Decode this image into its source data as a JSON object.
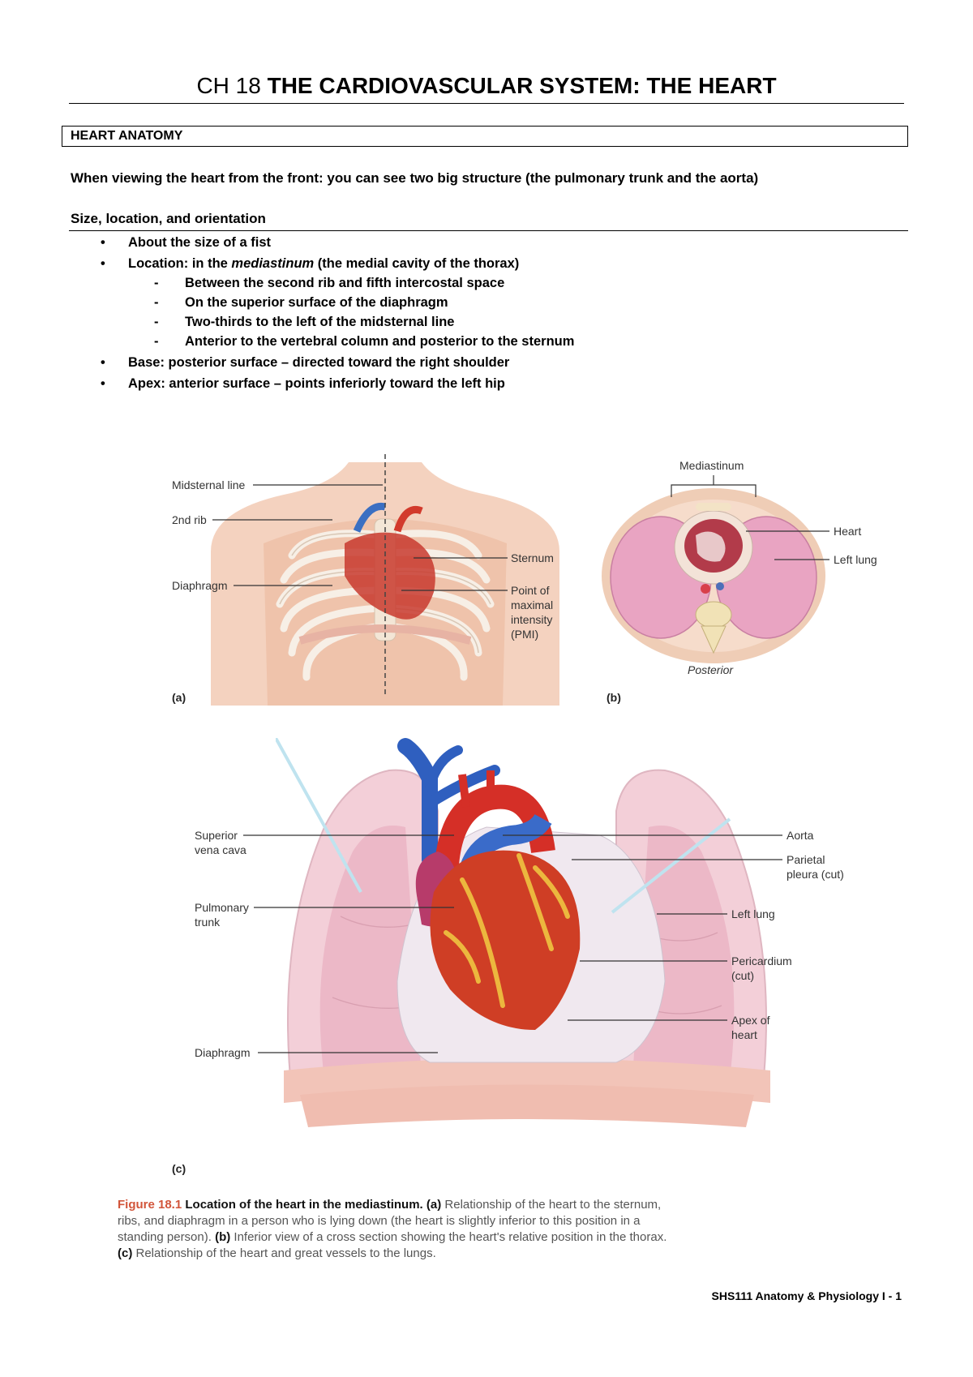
{
  "header": {
    "title_prefix": "CH 18 ",
    "title_bold": "THE CARDIOVASCULAR SYSTEM: THE HEART"
  },
  "section": {
    "label": "HEART ANATOMY"
  },
  "intro": "When viewing the heart from the front: you can see two big structure (the pulmonary trunk and the aorta)",
  "subhead": "Size, location, and orientation",
  "list": {
    "item1": "About the size of a fist",
    "item2_a": "Location: in the ",
    "item2_em": "mediastinum",
    "item2_b": " (the medial cavity of the thorax)",
    "sub1": "Between the second rib and fifth intercostal space",
    "sub2": "On the superior surface of the diaphragm",
    "sub3": "Two-thirds to the left of the midsternal line",
    "sub4": "Anterior to the vertebral column and posterior to the sternum",
    "item3": "Base: posterior surface – directed toward the right shoulder",
    "item4": "Apex: anterior surface – points inferiorly toward the left hip",
    "bullet": "•",
    "dash": "-"
  },
  "figure_a": {
    "midsternal": "Midsternal line",
    "rib": "2nd rib",
    "diaphragm": "Diaphragm",
    "sternum": "Sternum",
    "pmi1": "Point of",
    "pmi2": "maximal",
    "pmi3": "intensity",
    "pmi4": "(PMI)",
    "letter": "(a)"
  },
  "figure_b": {
    "mediastinum": "Mediastinum",
    "heart": "Heart",
    "left_lung": "Left lung",
    "posterior": "Posterior",
    "letter": "(b)"
  },
  "figure_c": {
    "svc1": "Superior",
    "svc2": "vena cava",
    "pt1": "Pulmonary",
    "pt2": "trunk",
    "diaphragm": "Diaphragm",
    "aorta": "Aorta",
    "pp1": "Parietal",
    "pp2": "pleura (cut)",
    "left_lung": "Left lung",
    "peri1": "Pericardium",
    "peri2": "(cut)",
    "apex1": "Apex of",
    "apex2": "heart",
    "letter": "(c)"
  },
  "caption": {
    "fig": "Figure 18.1",
    "title": " Location of the heart in the mediastinum.",
    "a_lbl": " (a)",
    "a_txt": " Relationship of the heart to the sternum, ribs, and diaphragm in a person who is lying down (the heart is slightly inferior to this position in a standing person).",
    "b_lbl": " (b)",
    "b_txt": " Inferior view of a cross section showing the heart's relative position in the thorax.",
    "c_lbl": " (c)",
    "c_txt": " Relationship of the heart and great vessels to the lungs."
  },
  "footer": "SHS111 Anatomy & Physiology I - 1"
}
